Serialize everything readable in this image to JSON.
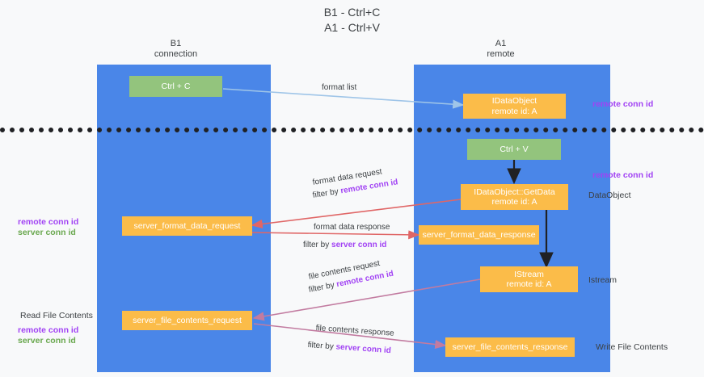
{
  "title": {
    "line1": "B1 - Ctrl+C",
    "line2": "A1 - Ctrl+V"
  },
  "lanes": [
    {
      "id": "b1",
      "name": "B1",
      "role": "connection"
    },
    {
      "id": "a1",
      "name": "A1",
      "role": "remote"
    }
  ],
  "nodes": {
    "ctrl_c": {
      "label": "Ctrl + C",
      "color": "#93c47d"
    },
    "ctrl_v": {
      "label": "Ctrl + V",
      "color": "#93c47d"
    },
    "idataobject": {
      "line1": "IDataObject",
      "line2": "remote id: A",
      "color": "#fbbc49"
    },
    "getdata": {
      "line1": "IDataObject::GetData",
      "line2": "remote id: A",
      "color": "#fbbc49"
    },
    "istream": {
      "line1": "IStream",
      "line2": "remote id: A",
      "color": "#fbbc49"
    },
    "server_format_data_request": {
      "label": "server_format_data_request",
      "color": "#fbbc49"
    },
    "server_format_data_response": {
      "label": "server_format_data_response",
      "color": "#fbbc49"
    },
    "server_file_contents_request": {
      "label": "server_file_contents_request",
      "color": "#fbbc49"
    },
    "server_file_contents_response": {
      "label": "server_file_contents_response",
      "color": "#fbbc49"
    }
  },
  "edges": {
    "format_list": "format list",
    "format_data_request": "format data request",
    "format_data_request_filter_prefix": "filter by ",
    "format_data_request_filter_key": "remote conn id",
    "format_data_response": "format data response",
    "format_data_response_filter_prefix": "filter by ",
    "format_data_response_filter_key": "server conn id",
    "file_contents_request": "file contents request",
    "file_contents_request_filter_prefix": "filter by ",
    "file_contents_request_filter_key": "remote conn id",
    "file_contents_response": "file contents response",
    "file_contents_response_filter_prefix": "filter by ",
    "file_contents_response_filter_key": "server conn id"
  },
  "annotations": {
    "right_remote_conn_id_top": "remote conn id",
    "right_remote_conn_id_mid": "remote conn id",
    "right_dataobject": "DataObject",
    "right_istream": "Istream",
    "right_write_file_contents": "Write File Contents",
    "left_remote_conn_id_mid": "remote conn id",
    "left_server_conn_id_mid": "server conn id",
    "left_read_file_contents": "Read File Contents",
    "left_remote_conn_id_bottom": "remote conn id",
    "left_server_conn_id_bottom": "server conn id"
  },
  "colors": {
    "lane": "#4a86e8",
    "green_node": "#93c47d",
    "orange_node": "#fbbc49",
    "purple_tag": "#a142f4",
    "green_tag": "#6aa84f",
    "arrow_blue": "#9fc5e8",
    "arrow_red": "#e06666",
    "arrow_magenta": "#c27ba0",
    "arrow_dark": "#202124",
    "divider": "#202124"
  }
}
